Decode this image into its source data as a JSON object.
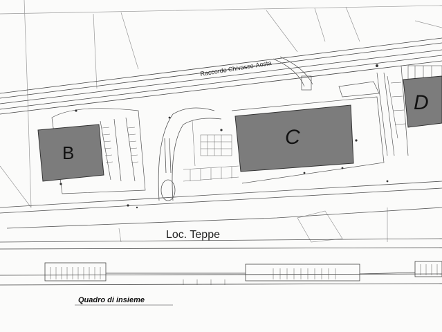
{
  "map": {
    "building_b_label": "B",
    "building_c_label": "C",
    "building_d_label": "D",
    "road_label": "Raccordo Chivasso-Aosta",
    "locality_label": "Loc. Teppe",
    "section_caption": "Quadro di insieme",
    "colors": {
      "building_fill": "#7c7c7c",
      "line": "#555555",
      "background": "#fbfbfa"
    }
  }
}
